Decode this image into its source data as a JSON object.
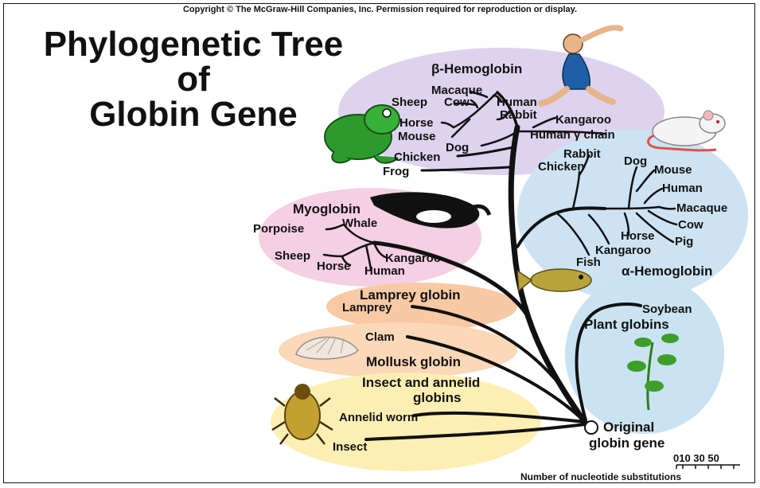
{
  "copyright": "Copyright © The McGraw-Hill Companies, Inc. Permission required for reproduction or display.",
  "title": {
    "line1": "Phylogenetic Tree",
    "line2": "of",
    "line3": "Globin Gene"
  },
  "groups": {
    "beta": "β-Hemoglobin",
    "alpha": "α-Hemoglobin",
    "myoglobin": "Myoglobin",
    "lamprey": "Lamprey globin",
    "mollusk": "Mollusk globin",
    "insect_line1": "Insect and annelid",
    "insect_line2": "globins",
    "plant": "Plant globins",
    "root_line1": "Original",
    "root_line2": "globin gene"
  },
  "beta_taxa": {
    "macaque": "Macaque",
    "sheep": "Sheep",
    "cow": "Cow",
    "human": "Human",
    "rabbit": "Rabbit",
    "horse": "Horse",
    "mouse": "Mouse",
    "kangaroo": "Kangaroo",
    "human_gamma": "Human γ chain",
    "chicken": "Chicken",
    "dog": "Dog",
    "frog": "Frog"
  },
  "alpha_taxa": {
    "rabbit": "Rabbit",
    "chicken": "Chicken",
    "dog": "Dog",
    "mouse": "Mouse",
    "human": "Human",
    "macaque": "Macaque",
    "cow": "Cow",
    "horse": "Horse",
    "pig": "Pig",
    "kangaroo": "Kangaroo",
    "fish": "Fish"
  },
  "myo_taxa": {
    "whale": "Whale",
    "porpoise": "Porpoise",
    "sheep": "Sheep",
    "horse": "Horse",
    "kangaroo": "Kangaroo",
    "human": "Human"
  },
  "other_taxa": {
    "lamprey": "Lamprey",
    "clam": "Clam",
    "annelid": "Annelid worm",
    "insect": "Insect",
    "soybean": "Soybean"
  },
  "scale": {
    "ticks": "010 30 50",
    "caption": "Number of nucleotide substitutions"
  },
  "colors": {
    "beta_bg": "#ddd3ee",
    "alpha_bg": "#cde3f3",
    "myo_bg": "#f5cfe3",
    "lamprey_bg": "#f8c9a4",
    "mollusk_bg": "#fad8b8",
    "insect_bg": "#fdefb3",
    "plant_bg": "#c9e3f2",
    "branch": "#111111"
  },
  "icons": [
    "frog-icon",
    "person-icon",
    "mouse-icon",
    "whale-icon",
    "fish-icon",
    "clam-icon",
    "beetle-icon",
    "plant-icon"
  ]
}
